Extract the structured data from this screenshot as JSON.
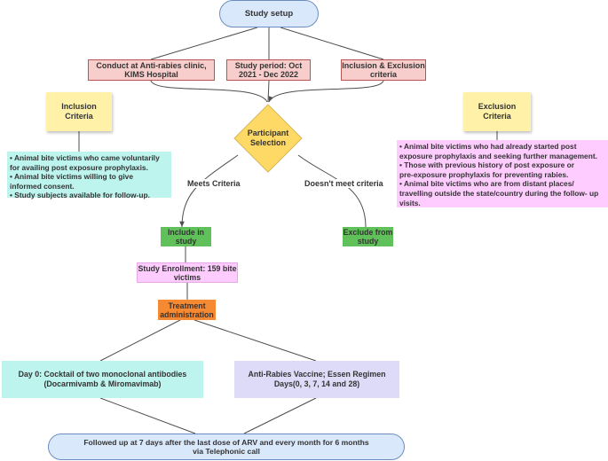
{
  "colors": {
    "blue_fill": "#dae8fc",
    "blue_border": "#6c8ebf",
    "pink_fill": "#f8cecc",
    "pink_border": "#b85450",
    "yellow_fill": "#fff2cc",
    "yellow_border": "#d6b656",
    "sticky_fill": "#fff2a8",
    "cyan_fill": "#bdf4ee",
    "magenta_fill": "#ffccff",
    "green_fill": "#60c05a",
    "orange_fill": "#f58a33",
    "lavender_fill": "#dddbf8",
    "line": "#4d4d4d"
  },
  "diagram": {
    "nodes": {
      "study_setup": "Study setup",
      "conduct": [
        "Conduct at Anti-rabies clinic,",
        "KIMS Hospital"
      ],
      "period": [
        "Study period: Oct",
        "2021 - Dec 2022"
      ],
      "incl_excl": [
        "Inclusion & Exclusion",
        "criteria"
      ],
      "inclusion_title": [
        "Inclusion",
        "Criteria"
      ],
      "exclusion_title": [
        "Exclusion",
        "Criteria"
      ],
      "participant": [
        "Participant",
        "Selection"
      ],
      "include": [
        "Include in",
        "study"
      ],
      "exclude": [
        "Exclude from",
        "study"
      ],
      "enrollment": [
        "Study Enrollment: 159 bite",
        "victims"
      ],
      "treatment": [
        "Treatment",
        "administration"
      ],
      "day0": [
        "Day 0: Cocktail of two monoclonal antibodies",
        "(Docarmivamb & Miromavimab)"
      ],
      "vaccine": [
        "Anti-Rabies Vaccine; Essen Regimen",
        "Days(0, 3, 7, 14 and 28)"
      ],
      "followup": [
        "Followed up at 7 days after the last dose of ARV and every month for 6 months",
        "via Telephonic call"
      ]
    },
    "inclusion_list": [
      "• Animal bite victims who came voluntarily",
      "  for availing post exposure prophylaxis.",
      "• Animal bite victims willing to give",
      "  informed consent.",
      "• Study subjects available for follow-up."
    ],
    "exclusion_list": [
      "• Animal bite victims who had already started post",
      "  exposure prophylaxis and seeking further management.",
      "• Those with previous history of post exposure or",
      "  pre-exposure prophylaxis for preventing rabies.",
      "• Animal bite victims who are from distant places/",
      "  travelling outside the state/country during the follow- up",
      "  visits."
    ],
    "edge_labels": {
      "meets": "Meets Criteria",
      "not_meets": "Doesn't meet criteria"
    }
  }
}
